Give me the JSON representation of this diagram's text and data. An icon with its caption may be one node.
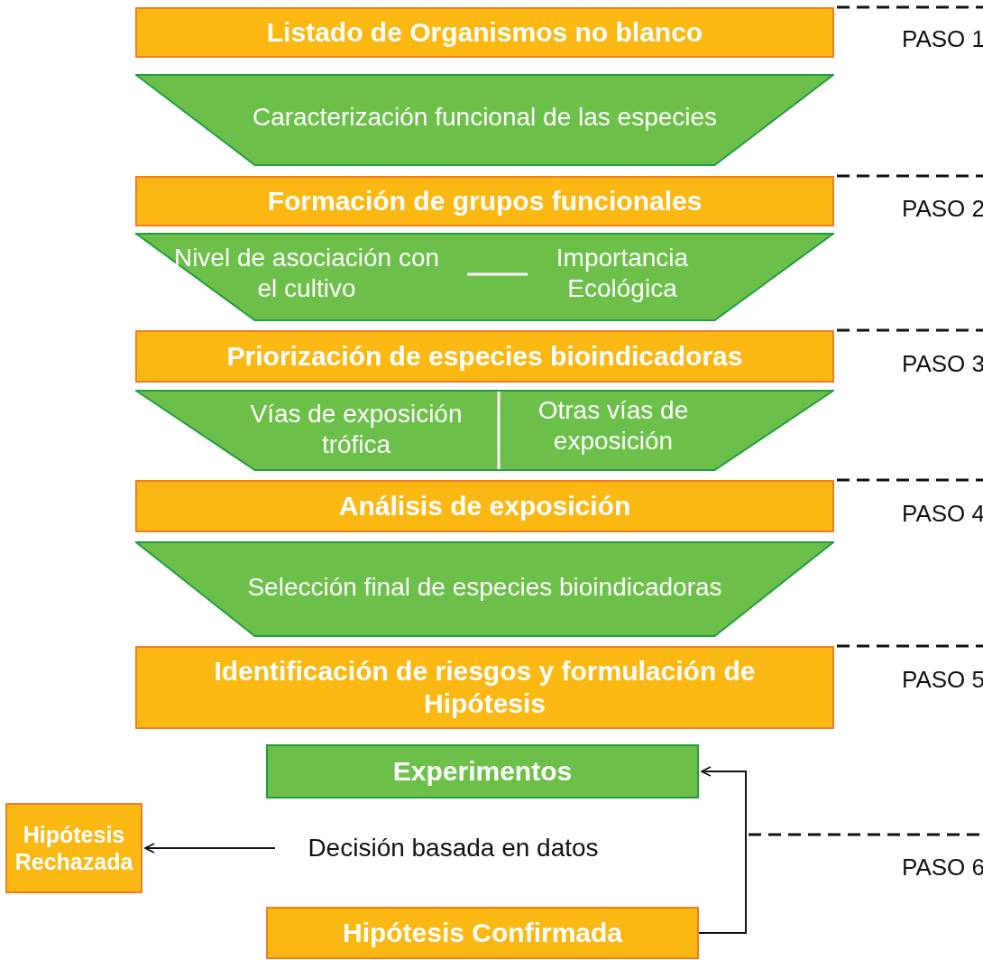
{
  "diagram": {
    "nodes": [
      {
        "text": [
          "Listado de Organismos no blanco"
        ]
      },
      {
        "text": [
          "Caracterización funcional de las especies"
        ]
      },
      {
        "text": [
          "Formación de grupos funcionales"
        ]
      },
      {
        "text": [
          "Nivel de asociación con el cultivo",
          "Importancia Ecológica"
        ]
      },
      {
        "text": [
          "Priorización de especies bioindicadoras"
        ]
      },
      {
        "text": [
          "Vías de exposición trófica",
          "Otras vías de exposición"
        ]
      },
      {
        "text": [
          "Análisis de exposición"
        ]
      },
      {
        "text": [
          "Selección final de especies bioindicadoras"
        ]
      },
      {
        "text": [
          "Identificación de riesgos y formulación de Hipótesis"
        ]
      },
      {
        "text": [
          "Experimentos"
        ]
      },
      {
        "text": [
          "Hipótesis Rechazada"
        ]
      },
      {
        "text": [
          "Decisión basada en datos"
        ]
      },
      {
        "text": [
          "Hipótesis Confirmada"
        ]
      }
    ],
    "edges": [
      {
        "from": 11,
        "to": 10,
        "arrow": "to"
      },
      {
        "from": 12,
        "to": 9,
        "arrow": "to"
      }
    ],
    "labels": [
      "PASO 1",
      "PASO 2",
      "PASO 3",
      "PASO 4",
      "PASO 5",
      "PASO 6"
    ]
  }
}
